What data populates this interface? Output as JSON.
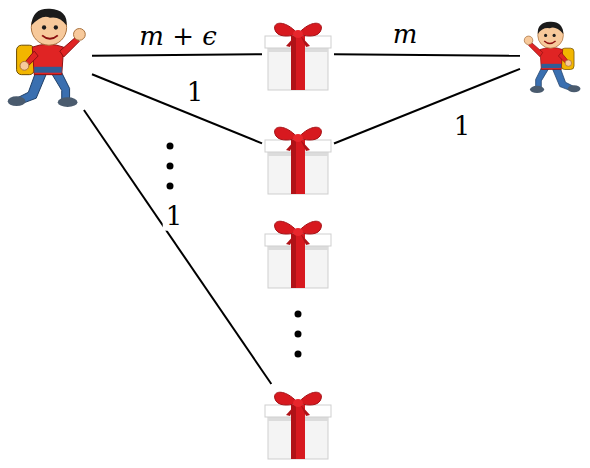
{
  "diagram": {
    "nodes": [
      {
        "text": []
      },
      {
        "text": []
      },
      {
        "text": []
      },
      {
        "text": []
      },
      {
        "text": []
      },
      {
        "text": []
      }
    ],
    "edges": [
      {
        "from": 0,
        "to": 1,
        "label": "m + ϵ",
        "arrow": "none"
      },
      {
        "from": 1,
        "to": 5,
        "label": "m",
        "arrow": "none"
      },
      {
        "from": 0,
        "to": 2,
        "label": "1",
        "arrow": "none"
      },
      {
        "from": 2,
        "to": 5,
        "label": "1",
        "arrow": "none"
      },
      {
        "from": 0,
        "to": 4,
        "label": "1",
        "arrow": "none"
      }
    ]
  }
}
